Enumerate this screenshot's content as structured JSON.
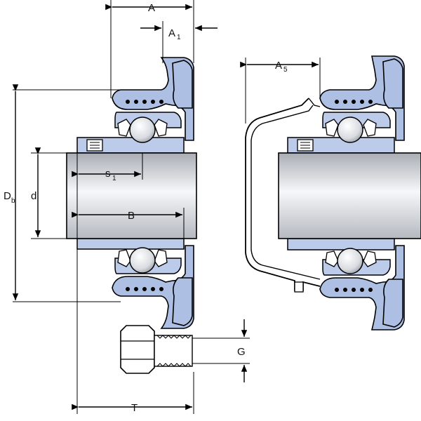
{
  "diagram": {
    "left_view": {
      "labels": {
        "A": "A",
        "A1_main": "A",
        "A1_sub": "1",
        "Db_main": "D",
        "Db_sub": "b",
        "d": "d",
        "s1_main": "s",
        "s1_sub": "1",
        "B": "B",
        "T": "T",
        "G": "G"
      }
    },
    "right_view": {
      "labels": {
        "A5_main": "A",
        "A5_sub": "5"
      }
    },
    "colors": {
      "housing": "#aebfe4",
      "shaft_gradient": [
        "#9ea3ab",
        "#f4f5f7",
        "#b9bdc4"
      ],
      "line": "#000000"
    }
  }
}
